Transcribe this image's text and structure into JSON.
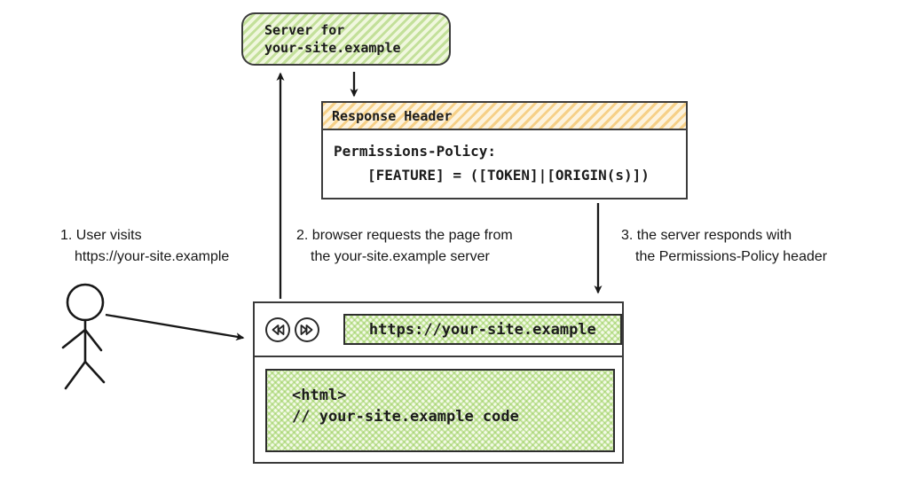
{
  "colors": {
    "green_fill": "#cde8a2",
    "orange_fill": "#f3c46a",
    "ink": "#1c1c1c"
  },
  "server": {
    "line1": "Server for",
    "line2": "your-site.example"
  },
  "response_header": {
    "title": "Response Header",
    "body_line1": "Permissions-Policy:",
    "body_line2": "[FEATURE] = ([TOKEN]|[ORIGIN(s)])"
  },
  "annotations": {
    "step1_line1": "1. User visits",
    "step1_line2": "https://your-site.example",
    "step2_line1": "2. browser requests the page from",
    "step2_line2": "the your-site.example server",
    "step3_line1": "3. the server responds with",
    "step3_line2": "the Permissions-Policy header"
  },
  "browser": {
    "url": "https://your-site.example",
    "content_line1": "<html>",
    "content_line2": "// your-site.example code"
  }
}
